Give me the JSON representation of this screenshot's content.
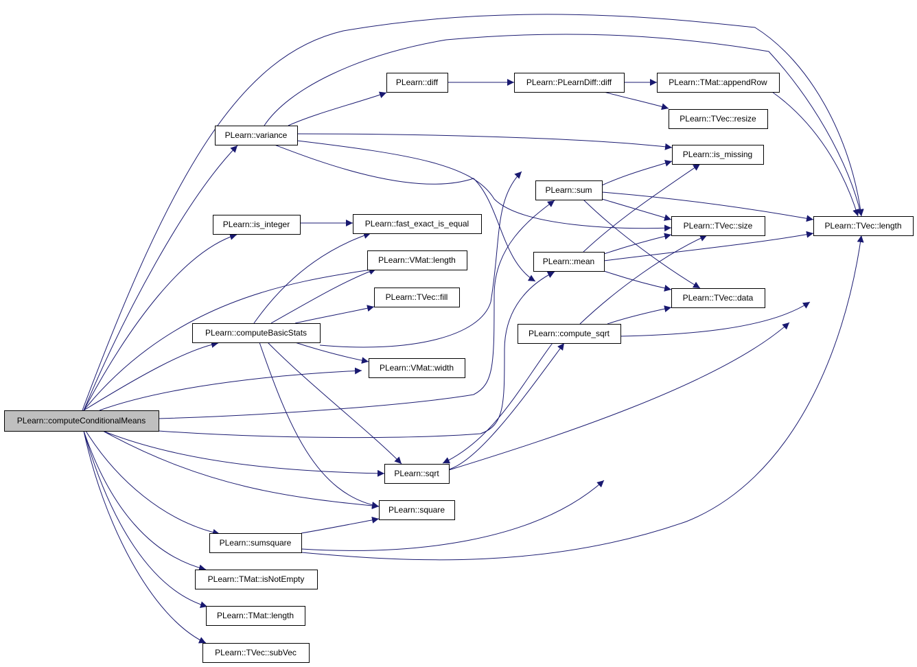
{
  "diagram": {
    "nodes": [
      {
        "id": "computeConditionalMeans",
        "label": "PLearn::computeConditionalMeans",
        "root": true
      },
      {
        "id": "variance",
        "label": "PLearn::variance"
      },
      {
        "id": "is_integer",
        "label": "PLearn::is_integer"
      },
      {
        "id": "computeBasicStats",
        "label": "PLearn::computeBasicStats"
      },
      {
        "id": "sumsquare",
        "label": "PLearn::sumsquare"
      },
      {
        "id": "isNotEmpty",
        "label": "PLearn::TMat::isNotEmpty"
      },
      {
        "id": "tmat_length",
        "label": "PLearn::TMat::length"
      },
      {
        "id": "subVec",
        "label": "PLearn::TVec::subVec"
      },
      {
        "id": "diff",
        "label": "PLearn::diff"
      },
      {
        "id": "fast_exact_is_equal",
        "label": "PLearn::fast_exact_is_equal"
      },
      {
        "id": "vmat_length",
        "label": "PLearn::VMat::length"
      },
      {
        "id": "fill",
        "label": "PLearn::TVec::fill"
      },
      {
        "id": "vmat_width",
        "label": "PLearn::VMat::width"
      },
      {
        "id": "sqrt",
        "label": "PLearn::sqrt"
      },
      {
        "id": "square",
        "label": "PLearn::square"
      },
      {
        "id": "pldiff",
        "label": "PLearn::PLearnDiff::diff"
      },
      {
        "id": "sum",
        "label": "PLearn::sum"
      },
      {
        "id": "mean",
        "label": "PLearn::mean"
      },
      {
        "id": "compute_sqrt",
        "label": "PLearn::compute_sqrt"
      },
      {
        "id": "appendRow",
        "label": "PLearn::TMat::appendRow"
      },
      {
        "id": "resize",
        "label": "PLearn::TVec::resize"
      },
      {
        "id": "is_missing",
        "label": "PLearn::is_missing"
      },
      {
        "id": "size",
        "label": "PLearn::TVec::size"
      },
      {
        "id": "data",
        "label": "PLearn::TVec::data"
      },
      {
        "id": "tvec_length",
        "label": "PLearn::TVec::length"
      }
    ],
    "edges": [
      [
        "computeConditionalMeans",
        "variance"
      ],
      [
        "computeConditionalMeans",
        "is_integer"
      ],
      [
        "computeConditionalMeans",
        "computeBasicStats"
      ],
      [
        "computeConditionalMeans",
        "vmat_length"
      ],
      [
        "computeConditionalMeans",
        "vmat_width"
      ],
      [
        "computeConditionalMeans",
        "sqrt"
      ],
      [
        "computeConditionalMeans",
        "square"
      ],
      [
        "computeConditionalMeans",
        "sumsquare"
      ],
      [
        "computeConditionalMeans",
        "isNotEmpty"
      ],
      [
        "computeConditionalMeans",
        "tmat_length"
      ],
      [
        "computeConditionalMeans",
        "subVec"
      ],
      [
        "computeConditionalMeans",
        "tvec_length"
      ],
      [
        "computeConditionalMeans",
        "sum"
      ],
      [
        "computeConditionalMeans",
        "mean"
      ],
      [
        "variance",
        "diff"
      ],
      [
        "variance",
        "is_missing"
      ],
      [
        "variance",
        "size"
      ],
      [
        "variance",
        "data"
      ],
      [
        "variance",
        "tvec_length"
      ],
      [
        "diff",
        "pldiff"
      ],
      [
        "pldiff",
        "appendRow"
      ],
      [
        "pldiff",
        "resize"
      ],
      [
        "appendRow",
        "tvec_length"
      ],
      [
        "is_integer",
        "fast_exact_is_equal"
      ],
      [
        "computeBasicStats",
        "fast_exact_is_equal"
      ],
      [
        "computeBasicStats",
        "vmat_length"
      ],
      [
        "computeBasicStats",
        "fill"
      ],
      [
        "computeBasicStats",
        "vmat_width"
      ],
      [
        "computeBasicStats",
        "is_missing"
      ],
      [
        "computeBasicStats",
        "sqrt"
      ],
      [
        "computeBasicStats",
        "square"
      ],
      [
        "sum",
        "is_missing"
      ],
      [
        "sum",
        "size"
      ],
      [
        "sum",
        "data"
      ],
      [
        "sum",
        "tvec_length"
      ],
      [
        "mean",
        "is_missing"
      ],
      [
        "mean",
        "size"
      ],
      [
        "mean",
        "data"
      ],
      [
        "mean",
        "tvec_length"
      ],
      [
        "compute_sqrt",
        "size"
      ],
      [
        "compute_sqrt",
        "data"
      ],
      [
        "compute_sqrt",
        "tvec_length"
      ],
      [
        "compute_sqrt",
        "sqrt"
      ],
      [
        "sqrt",
        "compute_sqrt"
      ],
      [
        "sqrt",
        "tvec_length"
      ],
      [
        "sumsquare",
        "square"
      ],
      [
        "sumsquare",
        "data"
      ],
      [
        "sumsquare",
        "tvec_length"
      ]
    ]
  }
}
